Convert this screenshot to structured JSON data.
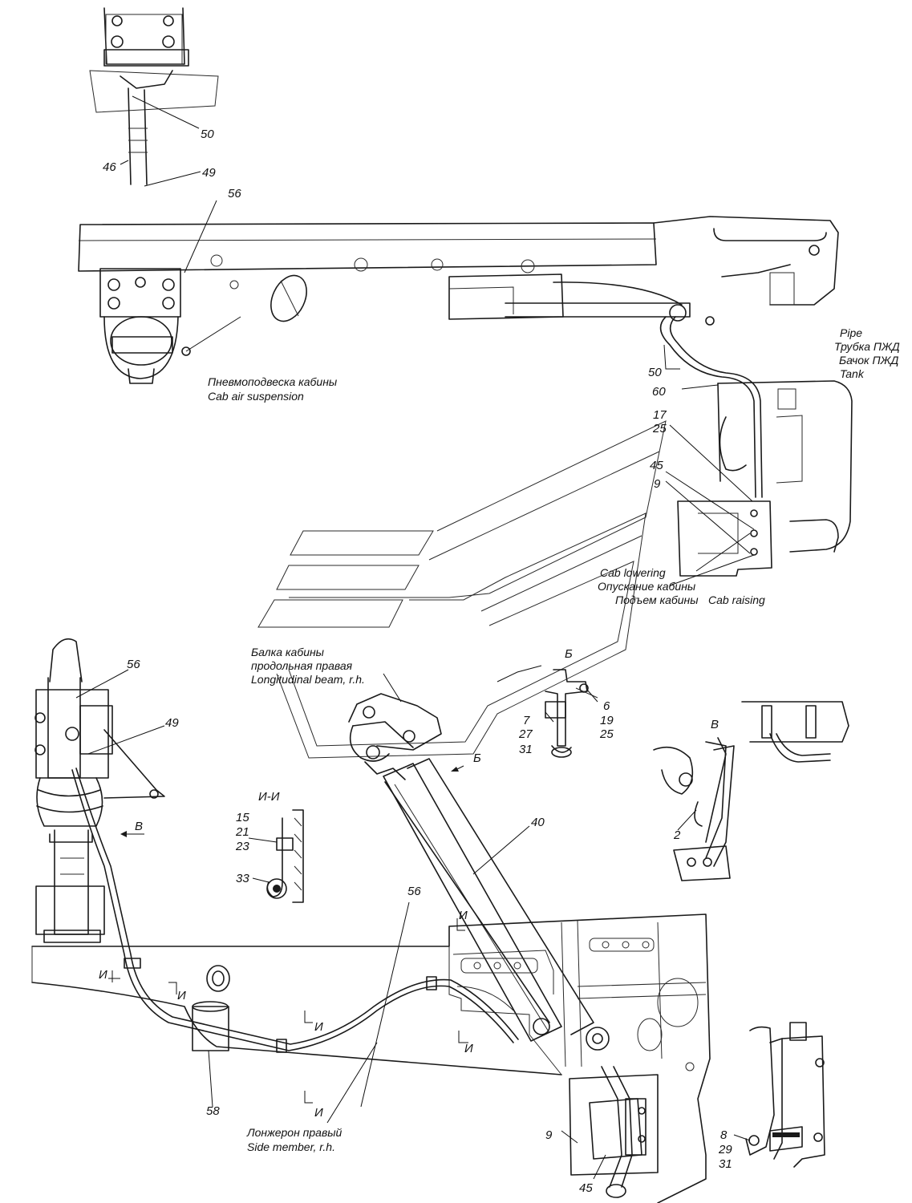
{
  "callouts": {
    "c50a": "50",
    "c46": "46",
    "c49a": "49",
    "c56a": "56",
    "c50b": "50",
    "c60": "60",
    "c17": "17",
    "c25a": "25",
    "c45a": "45",
    "c9a": "9",
    "c56b": "56",
    "c49b": "49",
    "c6": "6",
    "c19": "19",
    "c25b": "25",
    "c7": "7",
    "c27": "27",
    "c31a": "31",
    "c15": "15",
    "c21": "21",
    "c23": "23",
    "c33": "33",
    "c40": "40",
    "c2": "2",
    "c56c": "56",
    "c58": "58",
    "c9b": "9",
    "c45b": "45",
    "c8": "8",
    "c29": "29",
    "c31b": "31"
  },
  "labels": {
    "air_susp_ru": "Пневмоподвеска кабины",
    "air_susp_en": "Cab air suspension",
    "pipe_en": "Pipe",
    "pipe_ru": "Трубка ПЖД",
    "tank_ru": "Бачок ПЖД",
    "tank_en": "Tank",
    "cab_lowering_en": "Cab lowering",
    "cab_lowering_ru": "Опускание кабины",
    "cab_raising_ru": "Подъем кабины",
    "cab_raising_en": "Cab raising",
    "beam_ru_1": "Балка кабины",
    "beam_ru_2": "продольная правая",
    "beam_en": "Longitudinal beam, r.h.",
    "side_member_ru": "Лонжерон правый",
    "side_member_en": "Side member, r.h."
  },
  "section_marks": {
    "view_b": "Б",
    "view_b_arrow": "Б",
    "view_v": "В",
    "view_v_arrow": "В",
    "section_ii": "И-И",
    "i": "И"
  }
}
